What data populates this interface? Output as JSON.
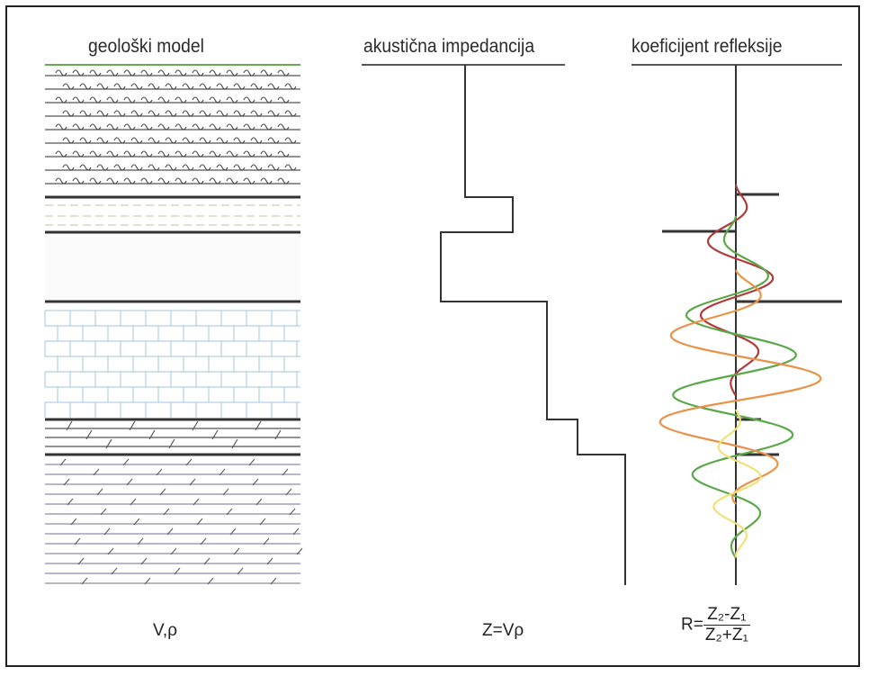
{
  "titles": {
    "geological": "geološki model",
    "impedance": "akustična impedancija",
    "reflection": "koeficijent refleksije"
  },
  "labels": {
    "geological": "V,ρ",
    "impedance": "Z=Vρ",
    "reflection_lhs": "R=",
    "numerator": "Z₂-Z₁",
    "denominator": "Z₂+Z₁"
  },
  "colors": {
    "frame": "#222222",
    "line": "#333333",
    "wavelet_red": "#b23a3a",
    "wavelet_green": "#5aa84a",
    "wavelet_orange": "#e8934a",
    "wavelet_yellow": "#f2e07a",
    "limestone": "#9fc6dc",
    "shale": "#8f8aa8"
  },
  "impedance_log": {
    "description_levels": [
      "low",
      "medium",
      "lowest",
      "high",
      "higher",
      "highest"
    ]
  }
}
